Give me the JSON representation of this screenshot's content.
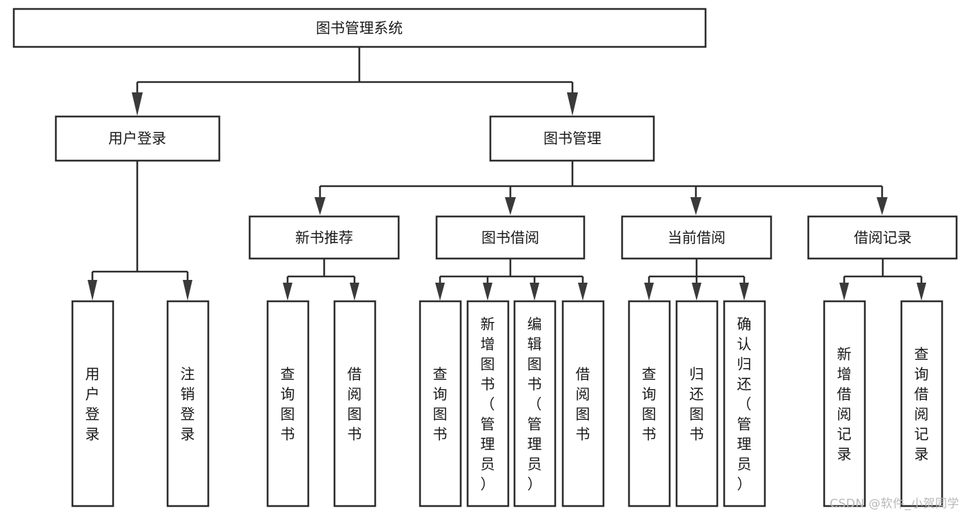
{
  "diagram": {
    "type": "tree",
    "title": "图书管理系统",
    "orientation": "top-down",
    "colors": {
      "box_stroke": "#2b2b2b",
      "box_fill": "#ffffff",
      "line": "#2b2b2b",
      "text": "#1a1a1a",
      "watermark": "#b8b8b8",
      "background": "#ffffff"
    }
  },
  "root": {
    "label": "图书管理系统"
  },
  "level2": [
    {
      "label": "用户登录"
    },
    {
      "label": "图书管理"
    }
  ],
  "level3": [
    {
      "label": "新书推荐"
    },
    {
      "label": "图书借阅"
    },
    {
      "label": "当前借阅"
    },
    {
      "label": "借阅记录"
    }
  ],
  "leaves": {
    "user_login": [
      {
        "label": "用户登录"
      },
      {
        "label": "注销登录"
      }
    ],
    "new_book_recommend": [
      {
        "label": "查询图书"
      },
      {
        "label": "借阅图书"
      }
    ],
    "book_borrow": [
      {
        "label": "查询图书"
      },
      {
        "label": "新增图书（管理员）"
      },
      {
        "label": "编辑图书（管理员）"
      },
      {
        "label": "借阅图书"
      }
    ],
    "current_borrow": [
      {
        "label": "查询图书"
      },
      {
        "label": "归还图书"
      },
      {
        "label": "确认归还（管理员）"
      }
    ],
    "borrow_record": [
      {
        "label": "新增借阅记录"
      },
      {
        "label": "查询借阅记录"
      }
    ]
  },
  "watermark": {
    "text": "CSDN @软件_小贺同学"
  }
}
